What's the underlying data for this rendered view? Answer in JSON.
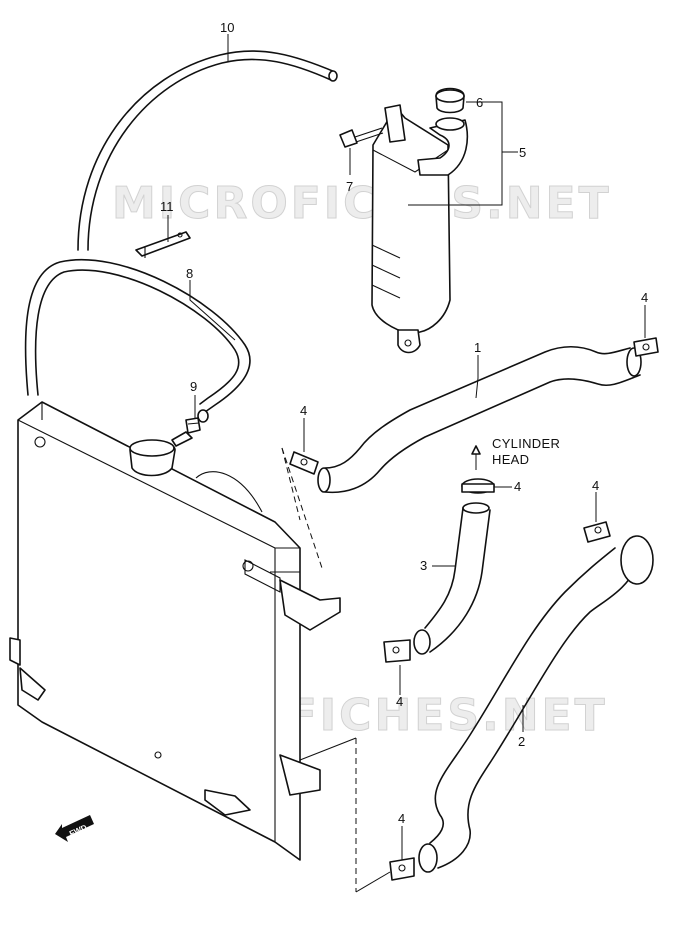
{
  "watermarks": [
    "MICROFICHES.NET",
    "MICROFICHES.NET"
  ],
  "notes": {
    "direction_line1": "CYLINDER",
    "direction_line2": "HEAD",
    "fwd": "FWD"
  },
  "callouts": [
    {
      "id": "p1",
      "label": "1"
    },
    {
      "id": "p2",
      "label": "2"
    },
    {
      "id": "p3",
      "label": "3"
    },
    {
      "id": "p4a",
      "label": "4"
    },
    {
      "id": "p4b",
      "label": "4"
    },
    {
      "id": "p4c",
      "label": "4"
    },
    {
      "id": "p4d",
      "label": "4"
    },
    {
      "id": "p4e",
      "label": "4"
    },
    {
      "id": "p4f",
      "label": "4"
    },
    {
      "id": "p5",
      "label": "5"
    },
    {
      "id": "p6",
      "label": "6"
    },
    {
      "id": "p7",
      "label": "7"
    },
    {
      "id": "p8",
      "label": "8"
    },
    {
      "id": "p9",
      "label": "9"
    },
    {
      "id": "p10",
      "label": "10"
    },
    {
      "id": "p11",
      "label": "11"
    }
  ]
}
